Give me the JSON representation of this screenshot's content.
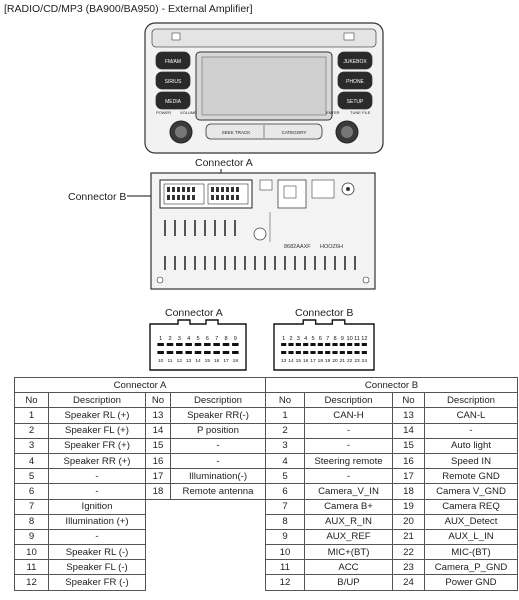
{
  "title": "[RADIO/CD/MP3 (BA900/BA950) - External Amplifier]",
  "head_unit": {
    "left_buttons": [
      "FM/AM",
      "SIRIUS",
      "MEDIA"
    ],
    "right_buttons": [
      "JUKEBOX",
      "PHONE",
      "SETUP"
    ],
    "left_knob": "POWER",
    "left_knob_label2": "VOLUME",
    "right_knob": "ENTER",
    "right_knob_label2": "TUNE FILE",
    "seek_label": "SEEK TRACK",
    "category_label": "CATEGORY"
  },
  "rear_labels": [
    "8682AAXF",
    "HOOZ6H"
  ],
  "callouts": {
    "connector_a": "Connector A",
    "connector_b": "Connector B"
  },
  "connector_a_face": {
    "label": "Connector A",
    "top_pins": [
      "1",
      "2",
      "3",
      "4",
      "5",
      "6",
      "7",
      "8",
      "9"
    ],
    "bottom_pins": [
      "10",
      "11",
      "12",
      "13",
      "14",
      "15",
      "16",
      "17",
      "18"
    ]
  },
  "connector_b_face": {
    "label": "Connector B",
    "top_pins": [
      "1",
      "2",
      "3",
      "4",
      "5",
      "6",
      "7",
      "8",
      "9",
      "10",
      "11",
      "12"
    ],
    "bottom_pins": [
      "13",
      "14",
      "15",
      "16",
      "17",
      "18",
      "19",
      "20",
      "21",
      "22",
      "23",
      "24"
    ]
  },
  "table": {
    "group_a": "Connector A",
    "group_b": "Connector B",
    "col_no": "No",
    "col_desc": "Description",
    "a_left": [
      [
        "1",
        "Speaker RL (+)"
      ],
      [
        "2",
        "Speaker FL (+)"
      ],
      [
        "3",
        "Speaker FR (+)"
      ],
      [
        "4",
        "Speaker RR (+)"
      ],
      [
        "5",
        "-"
      ],
      [
        "6",
        "-"
      ],
      [
        "7",
        "Ignition"
      ],
      [
        "8",
        "Illumination (+)"
      ],
      [
        "9",
        "-"
      ],
      [
        "10",
        "Speaker RL (-)"
      ],
      [
        "11",
        "Speaker FL (-)"
      ],
      [
        "12",
        "Speaker FR (-)"
      ]
    ],
    "a_right": [
      [
        "13",
        "Speaker RR(-)"
      ],
      [
        "14",
        "P position"
      ],
      [
        "15",
        "-"
      ],
      [
        "16",
        "-"
      ],
      [
        "17",
        "Illumination(-)"
      ],
      [
        "18",
        "Remote antenna"
      ]
    ],
    "b_left": [
      [
        "1",
        "CAN-H"
      ],
      [
        "2",
        "-"
      ],
      [
        "3",
        "-"
      ],
      [
        "4",
        "Steering remote"
      ],
      [
        "5",
        "-"
      ],
      [
        "6",
        "Camera_V_IN"
      ],
      [
        "7",
        "Camera B+"
      ],
      [
        "8",
        "AUX_R_IN"
      ],
      [
        "9",
        "AUX_REF"
      ],
      [
        "10",
        "MIC+(BT)"
      ],
      [
        "11",
        "ACC"
      ],
      [
        "12",
        "B/UP"
      ]
    ],
    "b_right": [
      [
        "13",
        "CAN-L"
      ],
      [
        "14",
        "-"
      ],
      [
        "15",
        "Auto light"
      ],
      [
        "16",
        "Speed IN"
      ],
      [
        "17",
        "Remote GND"
      ],
      [
        "18",
        "Camera V_GND"
      ],
      [
        "19",
        "Camera REQ"
      ],
      [
        "20",
        "AUX_Detect"
      ],
      [
        "21",
        "AUX_L_IN"
      ],
      [
        "22",
        "MIC-(BT)"
      ],
      [
        "23",
        "Camera_P_GND"
      ],
      [
        "24",
        "Power GND"
      ]
    ]
  }
}
